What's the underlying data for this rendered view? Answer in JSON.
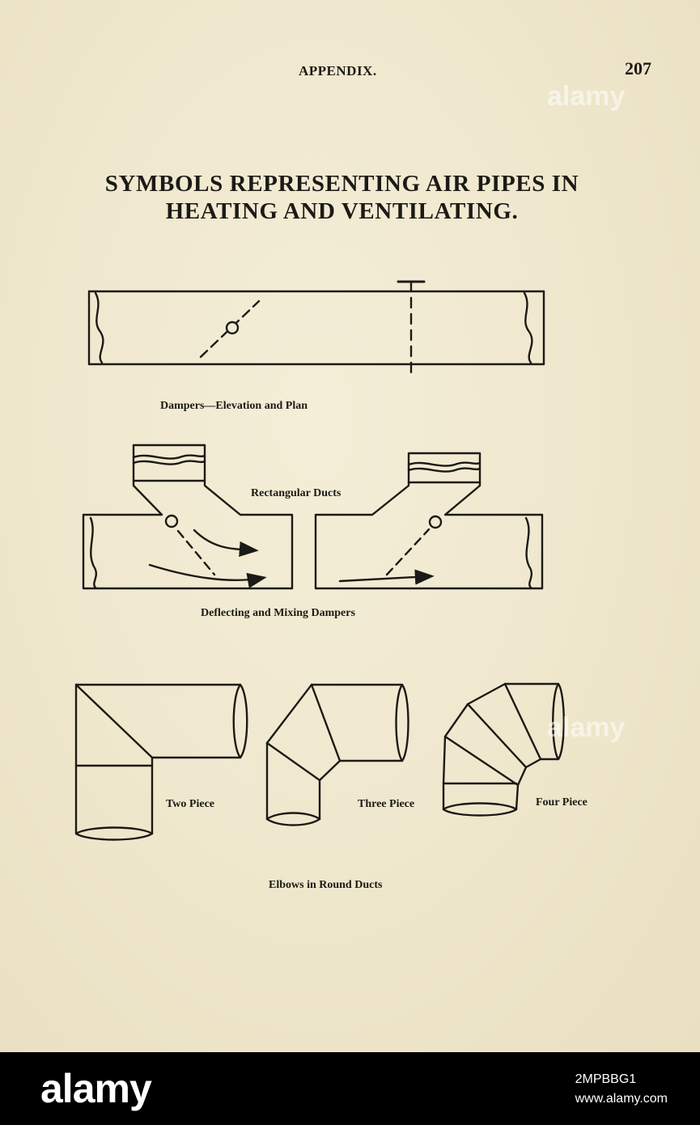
{
  "page": {
    "running_head": "APPENDIX.",
    "page_number": "207",
    "title_line1": "SYMBOLS REPRESENTING AIR PIPES IN",
    "title_line2": "HEATING AND VENTILATING."
  },
  "figures": {
    "dampers_caption": "Dampers—Elevation and Plan",
    "rectangular_ducts_caption": "Rectangular Ducts",
    "deflecting_caption": "Deflecting and Mixing Dampers",
    "two_piece_label": "Two Piece",
    "three_piece_label": "Three Piece",
    "four_piece_label": "Four Piece",
    "elbows_caption": "Elbows in Round Ducts"
  },
  "watermark": {
    "brand": "alamy",
    "image_id": "2MPBBG1",
    "site": "www.alamy.com"
  },
  "colors": {
    "paper": "#f1ead3",
    "ink": "#1c1a16",
    "bar": "#000000"
  }
}
